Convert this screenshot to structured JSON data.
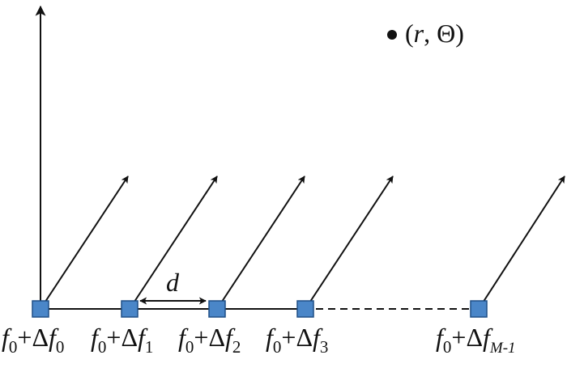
{
  "target_point": {
    "label": "(r, Θ)",
    "r": "r",
    "theta": "Θ"
  },
  "spacing_label": "d",
  "elements": [
    {
      "f": "f",
      "base_sub": "0",
      "op": "+Δ",
      "df": "f",
      "df_sub": "0"
    },
    {
      "f": "f",
      "base_sub": "0",
      "op": "+Δ",
      "df": "f",
      "df_sub": "1"
    },
    {
      "f": "f",
      "base_sub": "0",
      "op": "+Δ",
      "df": "f",
      "df_sub": "2"
    },
    {
      "f": "f",
      "base_sub": "0",
      "op": "+Δ",
      "df": "f",
      "df_sub": "3"
    },
    {
      "f": "f",
      "base_sub": "0",
      "op": "+Δ",
      "df": "f",
      "df_sub": "M-1"
    }
  ],
  "colors": {
    "element_fill": "#4a86c8",
    "element_stroke": "#1e4f86",
    "line": "#111111"
  }
}
